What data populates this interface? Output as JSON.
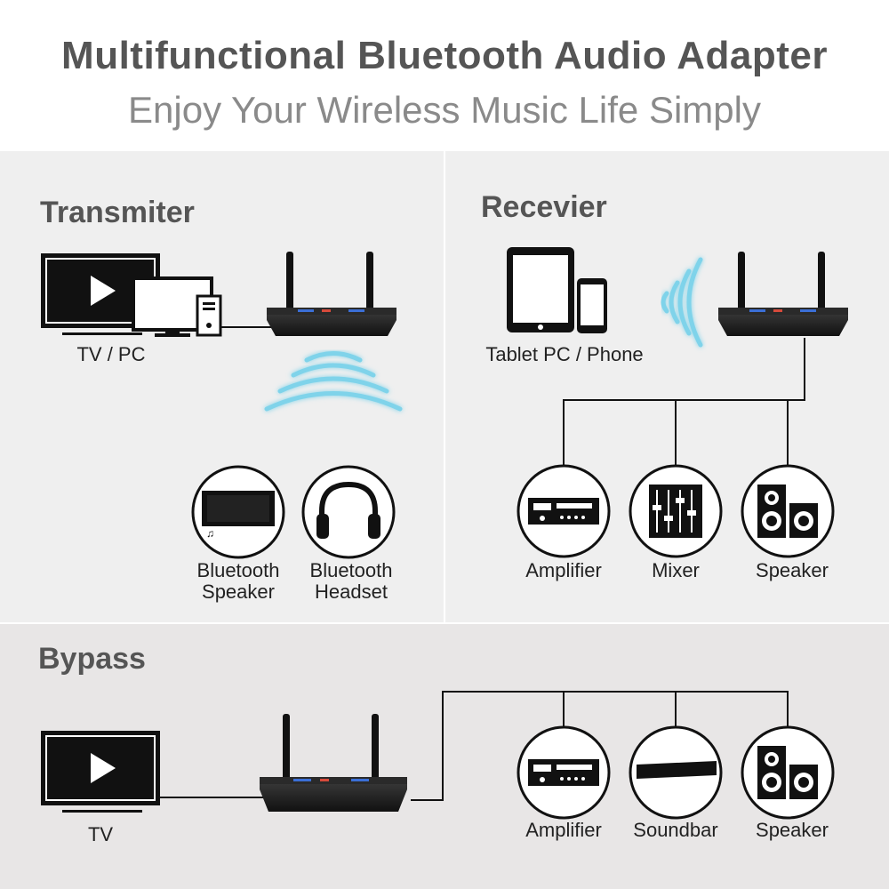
{
  "header": {
    "title": "Multifunctional Bluetooth Audio Adapter",
    "subtitle": "Enjoy Your Wireless Music Life Simply"
  },
  "transmitter": {
    "title": "Transmiter",
    "source_label": "TV / PC",
    "targets": [
      {
        "line1": "Bluetooth",
        "line2": "Speaker"
      },
      {
        "line1": "Bluetooth",
        "line2": "Headset"
      }
    ]
  },
  "receiver": {
    "title": "Recevier",
    "source_label": "Tablet PC / Phone",
    "targets": [
      "Amplifier",
      "Mixer",
      "Speaker"
    ]
  },
  "bypass": {
    "title": "Bypass",
    "source_label": "TV",
    "targets": [
      "Amplifier",
      "Soundbar",
      "Speaker"
    ]
  },
  "colors": {
    "wave": "#7fd3ea",
    "device": "#1c1c1c",
    "text_heading": "#555555"
  }
}
